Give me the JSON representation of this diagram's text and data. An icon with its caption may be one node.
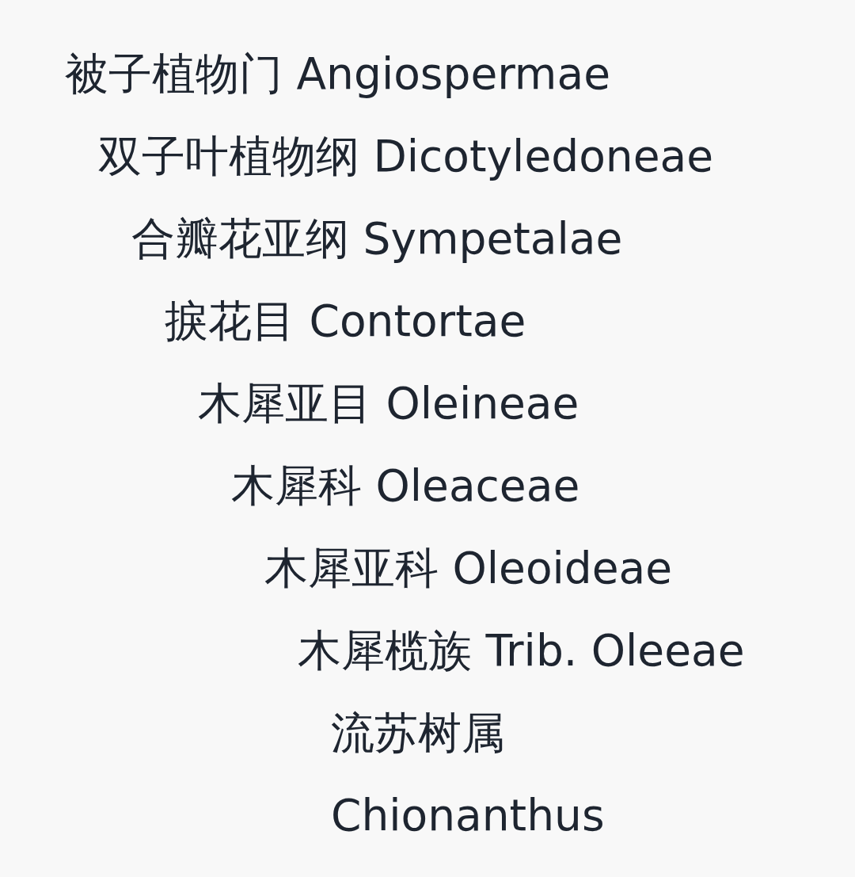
{
  "diagram": {
    "labels": [
      "被子植物门 Angiospermae",
      "双子叶植物纲 Dicotyledoneae",
      "合瓣花亚纲 Sympetalae",
      "捩花目 Contortae",
      "木犀亚目 Oleineae",
      "木犀科 Oleaceae",
      "木犀亚科 Oleoideae",
      "木犀榄族 Trib. Oleeae",
      "流苏树属 Chionanthus"
    ]
  }
}
